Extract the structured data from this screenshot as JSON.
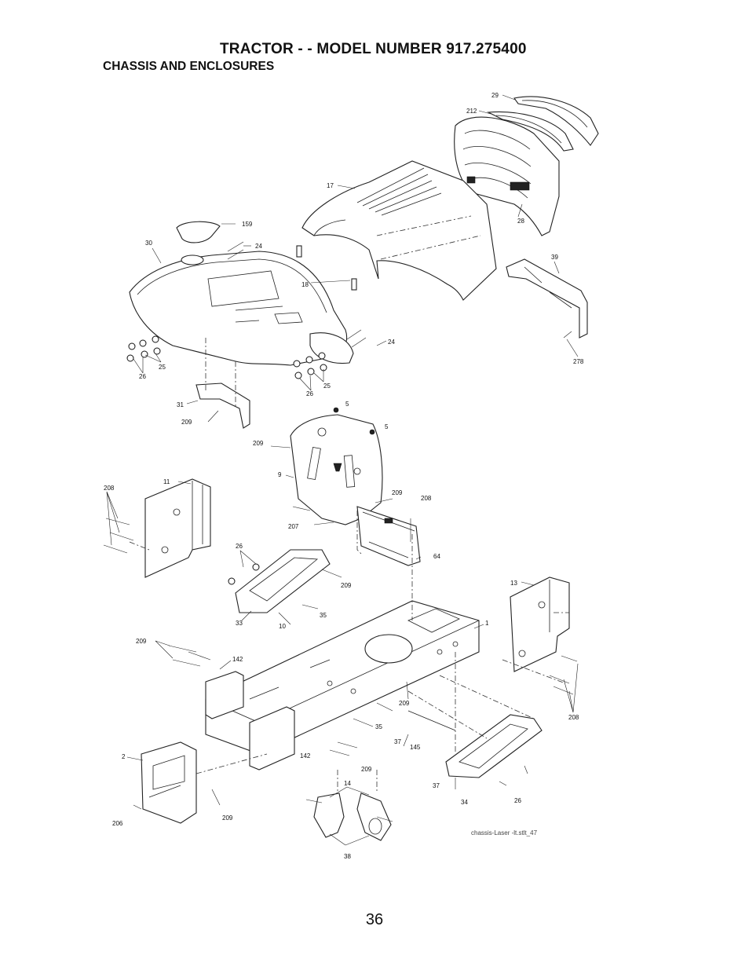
{
  "header": {
    "title": "TRACTOR - - MODEL NUMBER 917.275400",
    "subtitle": "CHASSIS AND ENCLOSURES"
  },
  "footer": {
    "page_number": "36",
    "drawing_id": "chassis-Laser -lt.stlt_47"
  },
  "callouts": {
    "c29": "29",
    "c212": "212",
    "c17": "17",
    "c28": "28",
    "c159": "159",
    "c24a": "24",
    "c30": "30",
    "c18": "18",
    "c39": "39",
    "c24b": "24",
    "c25a": "25",
    "c26a": "26",
    "c25b": "25",
    "c26b": "26",
    "c278": "278",
    "c31": "31",
    "c5a": "5",
    "c5b": "5",
    "c209a": "209",
    "c209b": "209",
    "c9": "9",
    "c11": "11",
    "c208a": "208",
    "c209c": "209",
    "c208b": "208",
    "c207": "207",
    "c64": "64",
    "c26c": "26",
    "c209d": "209",
    "c13": "13",
    "c33": "33",
    "c10": "10",
    "c35a": "35",
    "c1": "1",
    "c209e": "209",
    "c142a": "142",
    "c209f": "209",
    "c35b": "35",
    "c208c": "208",
    "c37a": "37",
    "c145": "145",
    "c142b": "142",
    "c209g": "209",
    "c2": "2",
    "c37b": "37",
    "c34": "34",
    "c26d": "26",
    "c14": "14",
    "c206": "206",
    "c209h": "209",
    "c38": "38"
  }
}
